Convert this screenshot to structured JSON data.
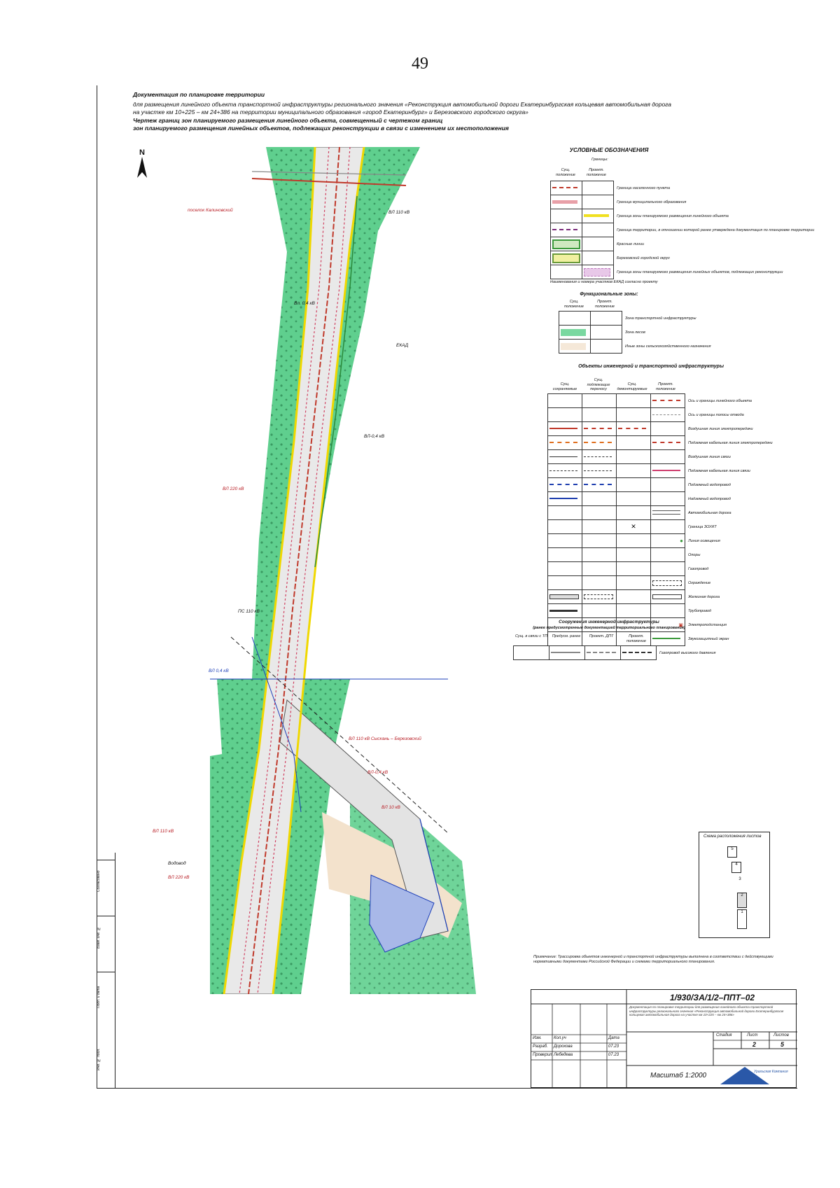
{
  "page_number": "49",
  "header": {
    "line1": "Документация по планировке территории",
    "line2": "для размещения линейного объекта транспортной инфраструктуры регионального значения «Реконструкция автомобильной дороги Екатеринбургская кольцевая автомобильная дорога",
    "line3": "на участке км 10+225 – км 24+386 на территории муниципального образования «город Екатеринбург» и Березовского городского округа»",
    "line4": "Чертеж границ зон планируемого размещения линейного объекта, совмещенный с чертежом границ",
    "line5": "зон планируемого размещения линейных объектов, подлежащих реконструкции в связи с изменением их местоположения"
  },
  "north": "N",
  "map_labels": {
    "a1": "поселок Калиновский",
    "a2": "Вл. 0,4 кВ",
    "a3": "ВЛ 110 кВ",
    "a4": "ВЛ 220 кВ",
    "a5": "ВЛ-0,4 кВ",
    "a6": "ЕКАД",
    "a7": "ПС 110 кВ",
    "a8": "ВЛ 0,4 кВ",
    "a9": "ВЛ 110 кВ Сыскань – Березовский",
    "a10": "ВЛ-0,4 кВ",
    "a11": "ВЛ 10 кВ",
    "a12": "ВЛ 110 кВ",
    "a13": "ВЛ 220 кВ",
    "a14": "Водовод"
  },
  "legend": {
    "title": "УСЛОВНЫЕ ОБОЗНАЧЕНИЯ",
    "sub": "Границы:",
    "col1": "Сущ. положение",
    "col2": "Проект. положение",
    "rows": [
      {
        "text": "Граница населенного пункта",
        "color": "#c0392b"
      },
      {
        "text": "Граница муниципального образования",
        "color": "#e8a0a8"
      },
      {
        "text": "Граница зоны планируемого размещения линейного объекта",
        "color": "#f0e020"
      },
      {
        "text": "Граница территории, в отношении которой ранее утверждена документация по планировке территории",
        "color": "#7a2a7a"
      },
      {
        "text": "Красные линии",
        "color": "#3c9a3c"
      },
      {
        "text": "Березовский городской округ",
        "color": "#6a9a3a"
      },
      {
        "text": "Граница зоны планируемого размещения линейных объектов, подлежащих реконструкции",
        "color": "#c080c0"
      }
    ],
    "note": "Наименования и номера участков ЕКАД согласно проекту"
  },
  "legend2": {
    "title": "Функциональные зоны:",
    "col1": "Сущ. положение",
    "col2": "Проект. положение",
    "rows": [
      {
        "text": "Зона транспортной инфраструктуры",
        "color": "#ffffff"
      },
      {
        "text": "Зона лесов",
        "color": "#7ad8a0"
      },
      {
        "text": "Иные зоны сельскохозяйственного назначения",
        "color": "#f5e8d8"
      }
    ]
  },
  "legend3": {
    "title": "Объекты инженерной и транспортной инфраструктуры",
    "col1": "Сущ. сохраняемые",
    "col2": "Сущ. подлежащие переносу",
    "col3": "Сущ. демонтируемые",
    "col4": "Проект. положение",
    "rows": [
      {
        "text": "Ось и границы линейного объекта",
        "color": "#c0392b"
      },
      {
        "text": "Ось и границы полосы отвода",
        "color": "#888888"
      },
      {
        "text": "Воздушная линия электропередачи",
        "color": "#c0392b"
      },
      {
        "text": "Подземная кабельная линия электропередачи",
        "color": "#e07020"
      },
      {
        "text": "Воздушная линия связи",
        "color": "#333333"
      },
      {
        "text": "Подземная кабельная линия связи",
        "color": "#333333"
      },
      {
        "text": "Подземный водопровод",
        "color": "#2040b0"
      },
      {
        "text": "Надземный водопровод",
        "color": "#2040b0"
      },
      {
        "text": "Автомобильная дорога",
        "color": "#555555"
      },
      {
        "text": "Граница ЗОУИТ",
        "color": "#555555"
      },
      {
        "text": "Линия освещения",
        "color": "#3c9a3c"
      },
      {
        "text": "Опоры",
        "color": "#333333"
      },
      {
        "text": "Газопровод",
        "color": "#e0a000"
      },
      {
        "text": "Ограждение",
        "color": "#333333"
      },
      {
        "text": "Железная дорога",
        "color": "#333333"
      },
      {
        "text": "Трубопровод",
        "color": "#333333"
      },
      {
        "text": "Электроподстанция",
        "color": "#c0392b"
      },
      {
        "text": "Звукозащитный экран",
        "color": "#3c9a3c"
      }
    ]
  },
  "legend4": {
    "title": "Сооружения инженерной инфраструктуры",
    "sub": "(ранее предусмотренные документацией территориального планирования)",
    "col1": "Сущ. в связи с ТП",
    "col2": "Предусм. ранее",
    "col3": "Проект. ДПТ",
    "col4": "Проект. положение",
    "row": "Газопровод высокого давления"
  },
  "scheme": {
    "title": "Схема расположения листов",
    "sheets": [
      "5",
      "4",
      "3",
      "2",
      "1"
    ]
  },
  "note": "Примечание: Трассировка объектов инженерной и транспортной инфраструктуры выполнена в соответствии с действующими нормативными документами Российской Федерации и схемами территориального планирования.",
  "stamp": {
    "code": "1/930/ЗА/1/2–ППТ–02",
    "desc": "Документация по планировке территории для размещения линейного объекта транспортной инфраструктуры регионального значения «Реконструкция автомобильной дороги Екатеринбургская кольцевая автомобильная дорога на участке км 10+225 – км 24+386»",
    "stage": "Стадия",
    "sheet": "Лист",
    "sheets": "Листов",
    "sheet_no": "2",
    "sheets_no": "5",
    "scale": "Масштаб 1:2000",
    "rows": [
      {
        "role": "Изм.",
        "name": "Кол.уч",
        "date": "Дата"
      },
      {
        "role": "Разраб.",
        "name": "Дорохова",
        "date": "07.23"
      },
      {
        "role": "Проверил",
        "name": "Лебедева",
        "date": "07.23"
      }
    ],
    "company": "Уральская Компания"
  },
  "side_stamp": [
    "Согласовано",
    "Взам. инв. №",
    "Подп. и дата",
    "Инв. № подл."
  ]
}
